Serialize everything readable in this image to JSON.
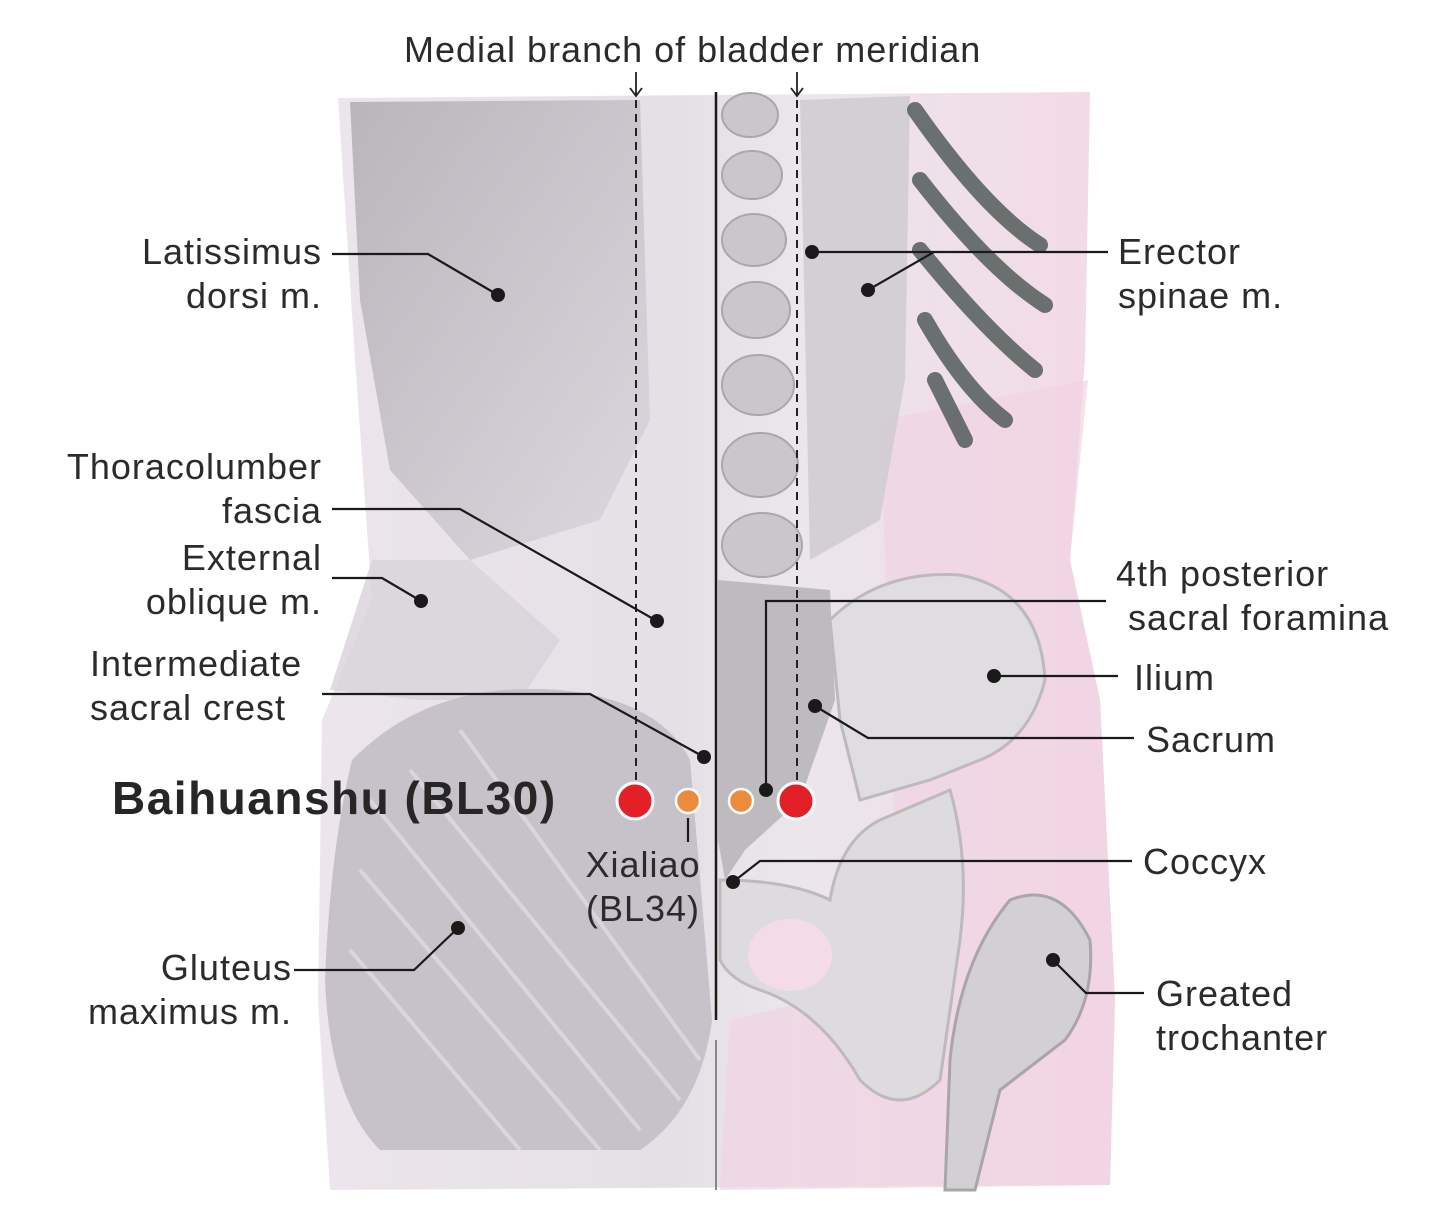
{
  "top_label": "Medial branch of bladder meridian",
  "acupoint": {
    "name": "Baihuanshu (BL30)",
    "color": "#e32028"
  },
  "secondary_point": {
    "line1": "Xialiao",
    "line2": "(BL34)",
    "color": "#ec8a3e"
  },
  "labels": {
    "latissimus": [
      "Latissimus",
      "dorsi m."
    ],
    "erector": [
      "Erector",
      "spinae m."
    ],
    "thoracolumbar": [
      "Thoracolumber",
      "fascia"
    ],
    "external_oblique": [
      "External",
      "oblique m."
    ],
    "sacral_foramina": [
      "4th posterior",
      "sacral foramina"
    ],
    "intermediate_crest": [
      "Intermediate",
      "sacral crest"
    ],
    "ilium": "Ilium",
    "sacrum": "Sacrum",
    "coccyx": "Coccyx",
    "gluteus": [
      "Gluteus",
      "maximus m."
    ],
    "trochanter": [
      "Greated",
      "trochanter"
    ]
  },
  "colors": {
    "text": "#2b2b2b",
    "leader": "#1a1a1a",
    "body_shade": "#e9e2e8",
    "pink_tint": "#f1cfe0"
  }
}
